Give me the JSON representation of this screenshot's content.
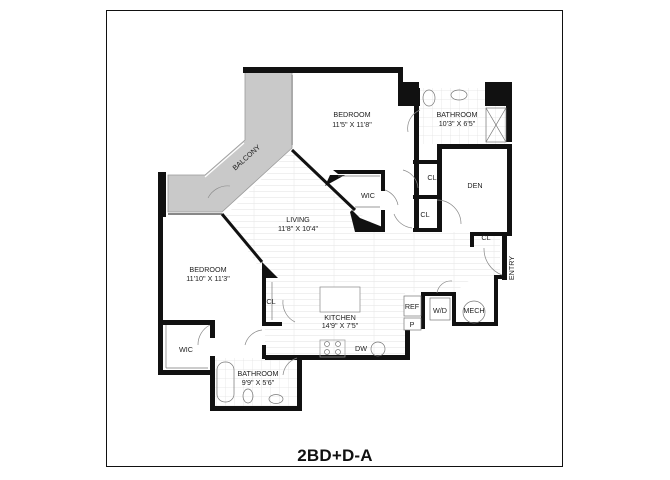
{
  "plan": {
    "title": "2BD+D-A",
    "colors": {
      "wall": "#111111",
      "balcony": "#c8c8c8",
      "floor_lines": "#d9d9d9",
      "frame": "#111111"
    },
    "rooms": {
      "bedroom1": {
        "name": "BEDROOM",
        "dims": "11'5\" X 11'8\""
      },
      "bath1": {
        "name": "BATHROOM",
        "dims": "10'3\" X 6'5\""
      },
      "balcony": {
        "name": "BALCONY"
      },
      "wic1": {
        "name": "WIC"
      },
      "cl1": {
        "name": "CL"
      },
      "den": {
        "name": "DEN"
      },
      "cl2": {
        "name": "CL"
      },
      "cl3": {
        "name": "CL"
      },
      "living": {
        "name": "LIVING",
        "dims": "11'8\" X 10'4\""
      },
      "entry": {
        "name": "ENTRY"
      },
      "bedroom2": {
        "name": "BEDROOM",
        "dims": "11'10\" X 11'3\""
      },
      "cl4": {
        "name": "CL"
      },
      "kitchen": {
        "name": "KITCHEN",
        "dims": "14'9\" X 7'5\""
      },
      "ref": {
        "name": "REF"
      },
      "pantry": {
        "name": "P"
      },
      "wd": {
        "name": "W/D"
      },
      "mech": {
        "name": "MECH"
      },
      "wic2": {
        "name": "WIC"
      },
      "dw": {
        "name": "DW"
      },
      "bath2": {
        "name": "BATHROOM",
        "dims": "9'9\" X 5'6\""
      }
    }
  }
}
